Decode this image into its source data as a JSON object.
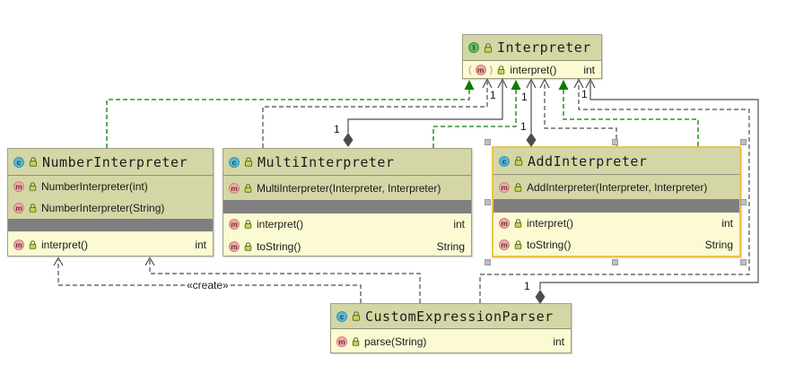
{
  "colors": {
    "header_bg": "#d5d6a6",
    "body_bg": "#fcfad2",
    "section_divider_bar": "#7f7f7f",
    "box_border": "#9f9f86",
    "selection_border": "#eec14f",
    "realization_edge_green": "#0b7c00",
    "dependency_edge_gray": "#4c4c4c",
    "interface_icon": "#63b663",
    "class_icon": "#59b7d3",
    "method_icon": "#f2a9a9"
  },
  "icons": {
    "interface_letter": "I",
    "class_letter": "c",
    "method_letter": "m",
    "abstract_paren_open": "(",
    "abstract_paren_close": ")"
  },
  "classes": {
    "interpreter": {
      "title": "Interpreter",
      "methods": [
        {
          "label": "interpret()",
          "type": "int"
        }
      ]
    },
    "number_interpreter": {
      "title": "NumberInterpreter",
      "constructors": [
        {
          "label": "NumberInterpreter(int)"
        },
        {
          "label": "NumberInterpreter(String)"
        }
      ],
      "methods": [
        {
          "label": "interpret()",
          "type": "int"
        }
      ]
    },
    "multi_interpreter": {
      "title": "MultiInterpreter",
      "constructors": [
        {
          "label": "MultiInterpreter(Interpreter, Interpreter)"
        }
      ],
      "methods": [
        {
          "label": "interpret()",
          "type": "int"
        },
        {
          "label": "toString()",
          "type": "String"
        }
      ]
    },
    "add_interpreter": {
      "title": "AddInterpreter",
      "constructors": [
        {
          "label": "AddInterpreter(Interpreter, Interpreter)"
        }
      ],
      "methods": [
        {
          "label": "interpret()",
          "type": "int"
        },
        {
          "label": "toString()",
          "type": "String"
        }
      ]
    },
    "custom_expression_parser": {
      "title": "CustomExpressionParser",
      "methods": [
        {
          "label": "parse(String)",
          "type": "int"
        }
      ]
    }
  },
  "edge_labels": {
    "create": "«create»",
    "multiplicity": "1"
  }
}
